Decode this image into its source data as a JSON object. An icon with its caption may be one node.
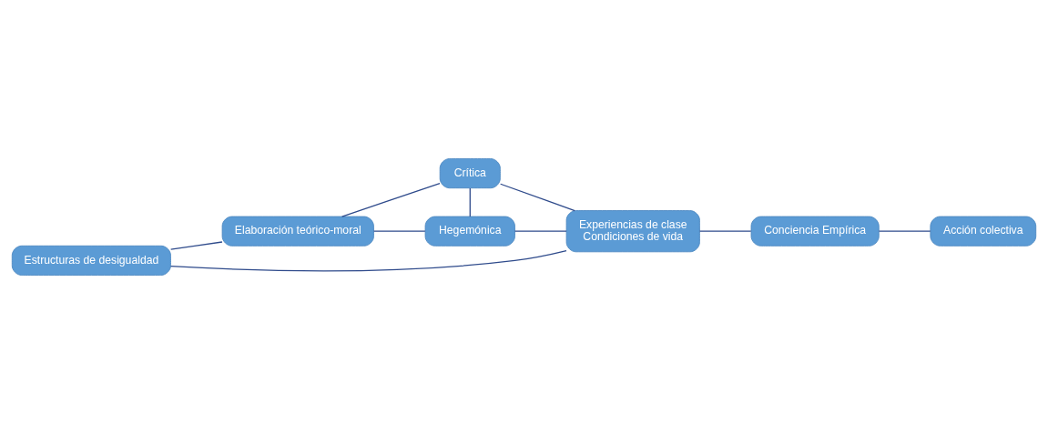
{
  "diagram": {
    "nodes": [
      {
        "text": [
          "Estructuras de desigualdad"
        ]
      },
      {
        "text": [
          "Elaboración teórico-moral"
        ]
      },
      {
        "text": [
          "Crítica"
        ]
      },
      {
        "text": [
          "Hegemónica"
        ]
      },
      {
        "text": [
          "Conciencia Empírica"
        ]
      },
      {
        "text": [
          "Acción colectiva"
        ]
      },
      {
        "text": [
          "Experiencias de clase",
          "Condiciones de vida"
        ]
      }
    ],
    "edges": [
      {
        "from": 0,
        "to": 1,
        "arrow": "none"
      },
      {
        "from": 0,
        "to": 6,
        "arrow": "none"
      },
      {
        "from": 1,
        "to": 2,
        "arrow": "none"
      },
      {
        "from": 1,
        "to": 3,
        "arrow": "none"
      },
      {
        "from": 2,
        "to": 3,
        "arrow": "none"
      },
      {
        "from": 2,
        "to": 6,
        "arrow": "none"
      },
      {
        "from": 3,
        "to": 6,
        "arrow": "none"
      },
      {
        "from": 6,
        "to": 4,
        "arrow": "none"
      },
      {
        "from": 4,
        "to": 5,
        "arrow": "none"
      }
    ]
  }
}
